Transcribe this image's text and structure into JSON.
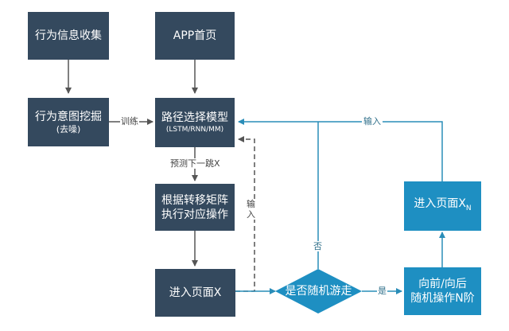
{
  "boxes": {
    "behavior_collect": "行为信息收集",
    "app_home": "APP首页",
    "intent_mining": {
      "line1": "行为意图挖掘",
      "line2": "(去噪)"
    },
    "path_model": {
      "line1": "路径选择模型",
      "line2": "(LSTM/RNN/MM)"
    },
    "transition_matrix": {
      "line1": "根据转移矩阵",
      "line2": "执行对应操作"
    },
    "enter_page_x": "进入页面X",
    "random_walk": "是否随机游走",
    "random_n_steps": {
      "line1": "向前/向后",
      "line2": "随机操作N阶"
    },
    "enter_page_xn": {
      "text": "进入页面X",
      "subscript": "N"
    }
  },
  "labels": {
    "train": "训练",
    "predict_next": "预测下一跳X",
    "input_dashed": "输入",
    "input_top": "输入",
    "no": "否",
    "yes": "是"
  },
  "colors": {
    "dark_box": "#34495e",
    "teal_box": "#1e8fc2",
    "dark_arrow": "#555555",
    "teal_arrow": "#2a8db8"
  }
}
